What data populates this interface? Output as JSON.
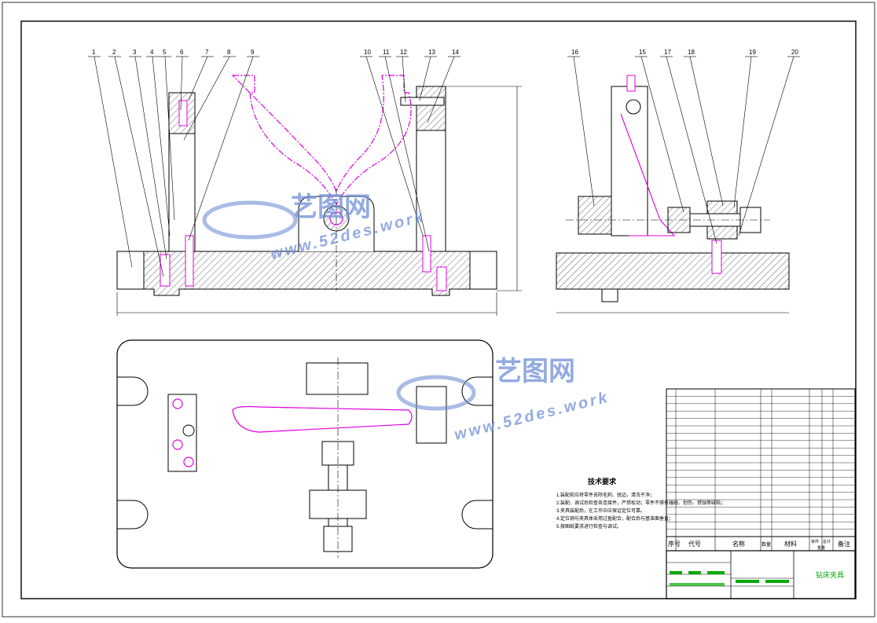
{
  "balloons_left": [
    "1",
    "2",
    "3",
    "4",
    "5",
    "6",
    "7",
    "8",
    "9",
    "10",
    "11",
    "12",
    "13",
    "14"
  ],
  "balloons_right": [
    "16",
    "15",
    "17",
    "18",
    "19",
    "20"
  ],
  "watermark": {
    "brand": "艺图网",
    "site": "www.52des.work"
  },
  "tech_requirements": {
    "title": "技术要求",
    "lines": [
      "1.装配前应将零件去除毛刺、锐边，清洗干净；",
      "2.装配、调试后检查各连接件，严禁松动；零件不得有磕碰、划伤、锈蚀等缺陷；",
      "3.夹具装配后，在工作中应保证定位可靠。",
      "4.定位销与夹具体采用过盈配合，配合后与基准面垂直；",
      "5.按图纸要求进行检查与调试。"
    ]
  },
  "bom_header": {
    "seq": "序号",
    "code": "代号",
    "name": "名称",
    "qty": "数量",
    "material": "材料",
    "single": "单件",
    "total": "总计",
    "weight": "重量",
    "remark": "备注"
  },
  "title_block": {
    "drawing_name": "钻床夹具"
  },
  "colors": {
    "line": "#000000",
    "part": "#e000e0",
    "watermark": "#6f8fd6",
    "tb_green": "#00aa00"
  }
}
